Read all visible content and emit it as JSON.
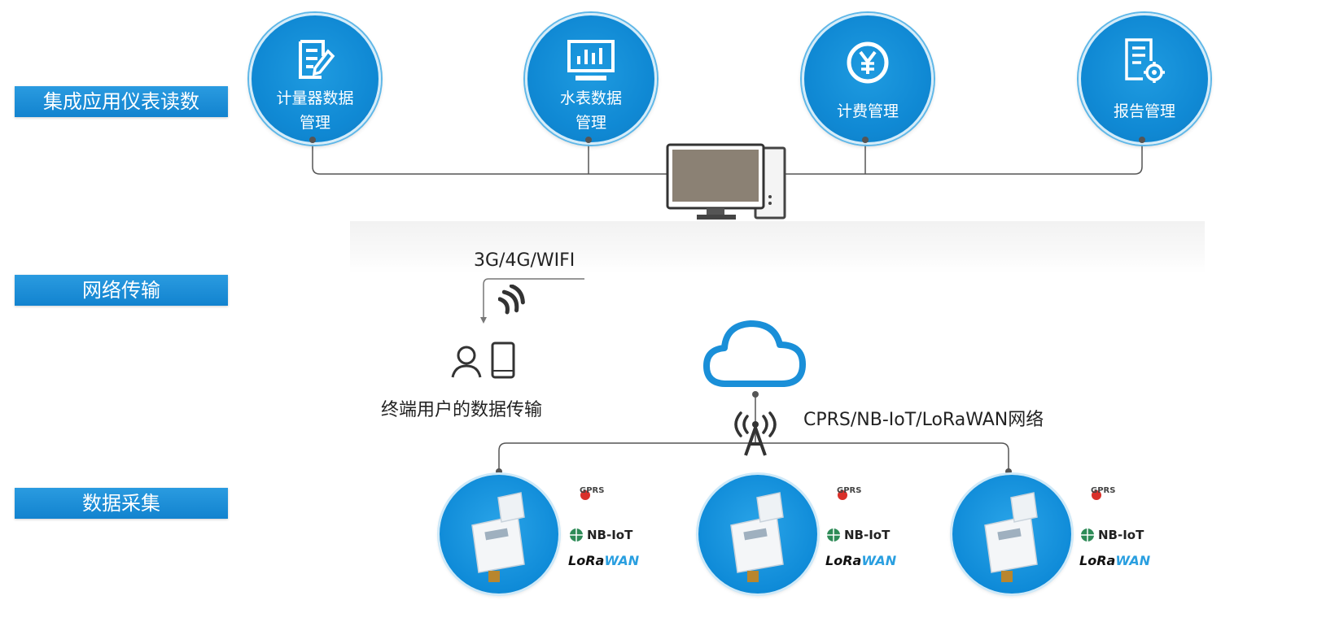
{
  "layers": [
    {
      "label": "集成应用仪表读数"
    },
    {
      "label": "网络传输"
    },
    {
      "label": "数据采集"
    }
  ],
  "apps": [
    {
      "line1": "计量器数据",
      "line2": "管理",
      "icon": "document-edit-icon"
    },
    {
      "line1": "水表数据",
      "line2": "管理",
      "icon": "monitor-chart-icon"
    },
    {
      "line1": "计费管理",
      "line2": "",
      "icon": "yen-coin-icon"
    },
    {
      "line1": "报告管理",
      "line2": "",
      "icon": "report-settings-icon"
    }
  ],
  "network": {
    "wireless": "3G/4G/WIFI",
    "terminal": "终端用户的数据传输",
    "cloud_network": "CPRS/NB-IoT/LoRaWAN网络"
  },
  "protocols": {
    "gprs": "GPRS",
    "nb_iot": "NB-IoT",
    "lora_a": "LoRa",
    "lora_b": "WAN"
  },
  "colors": {
    "accent": "#1089d4",
    "label_bg": "#1a8fd8",
    "line": "#555555"
  }
}
